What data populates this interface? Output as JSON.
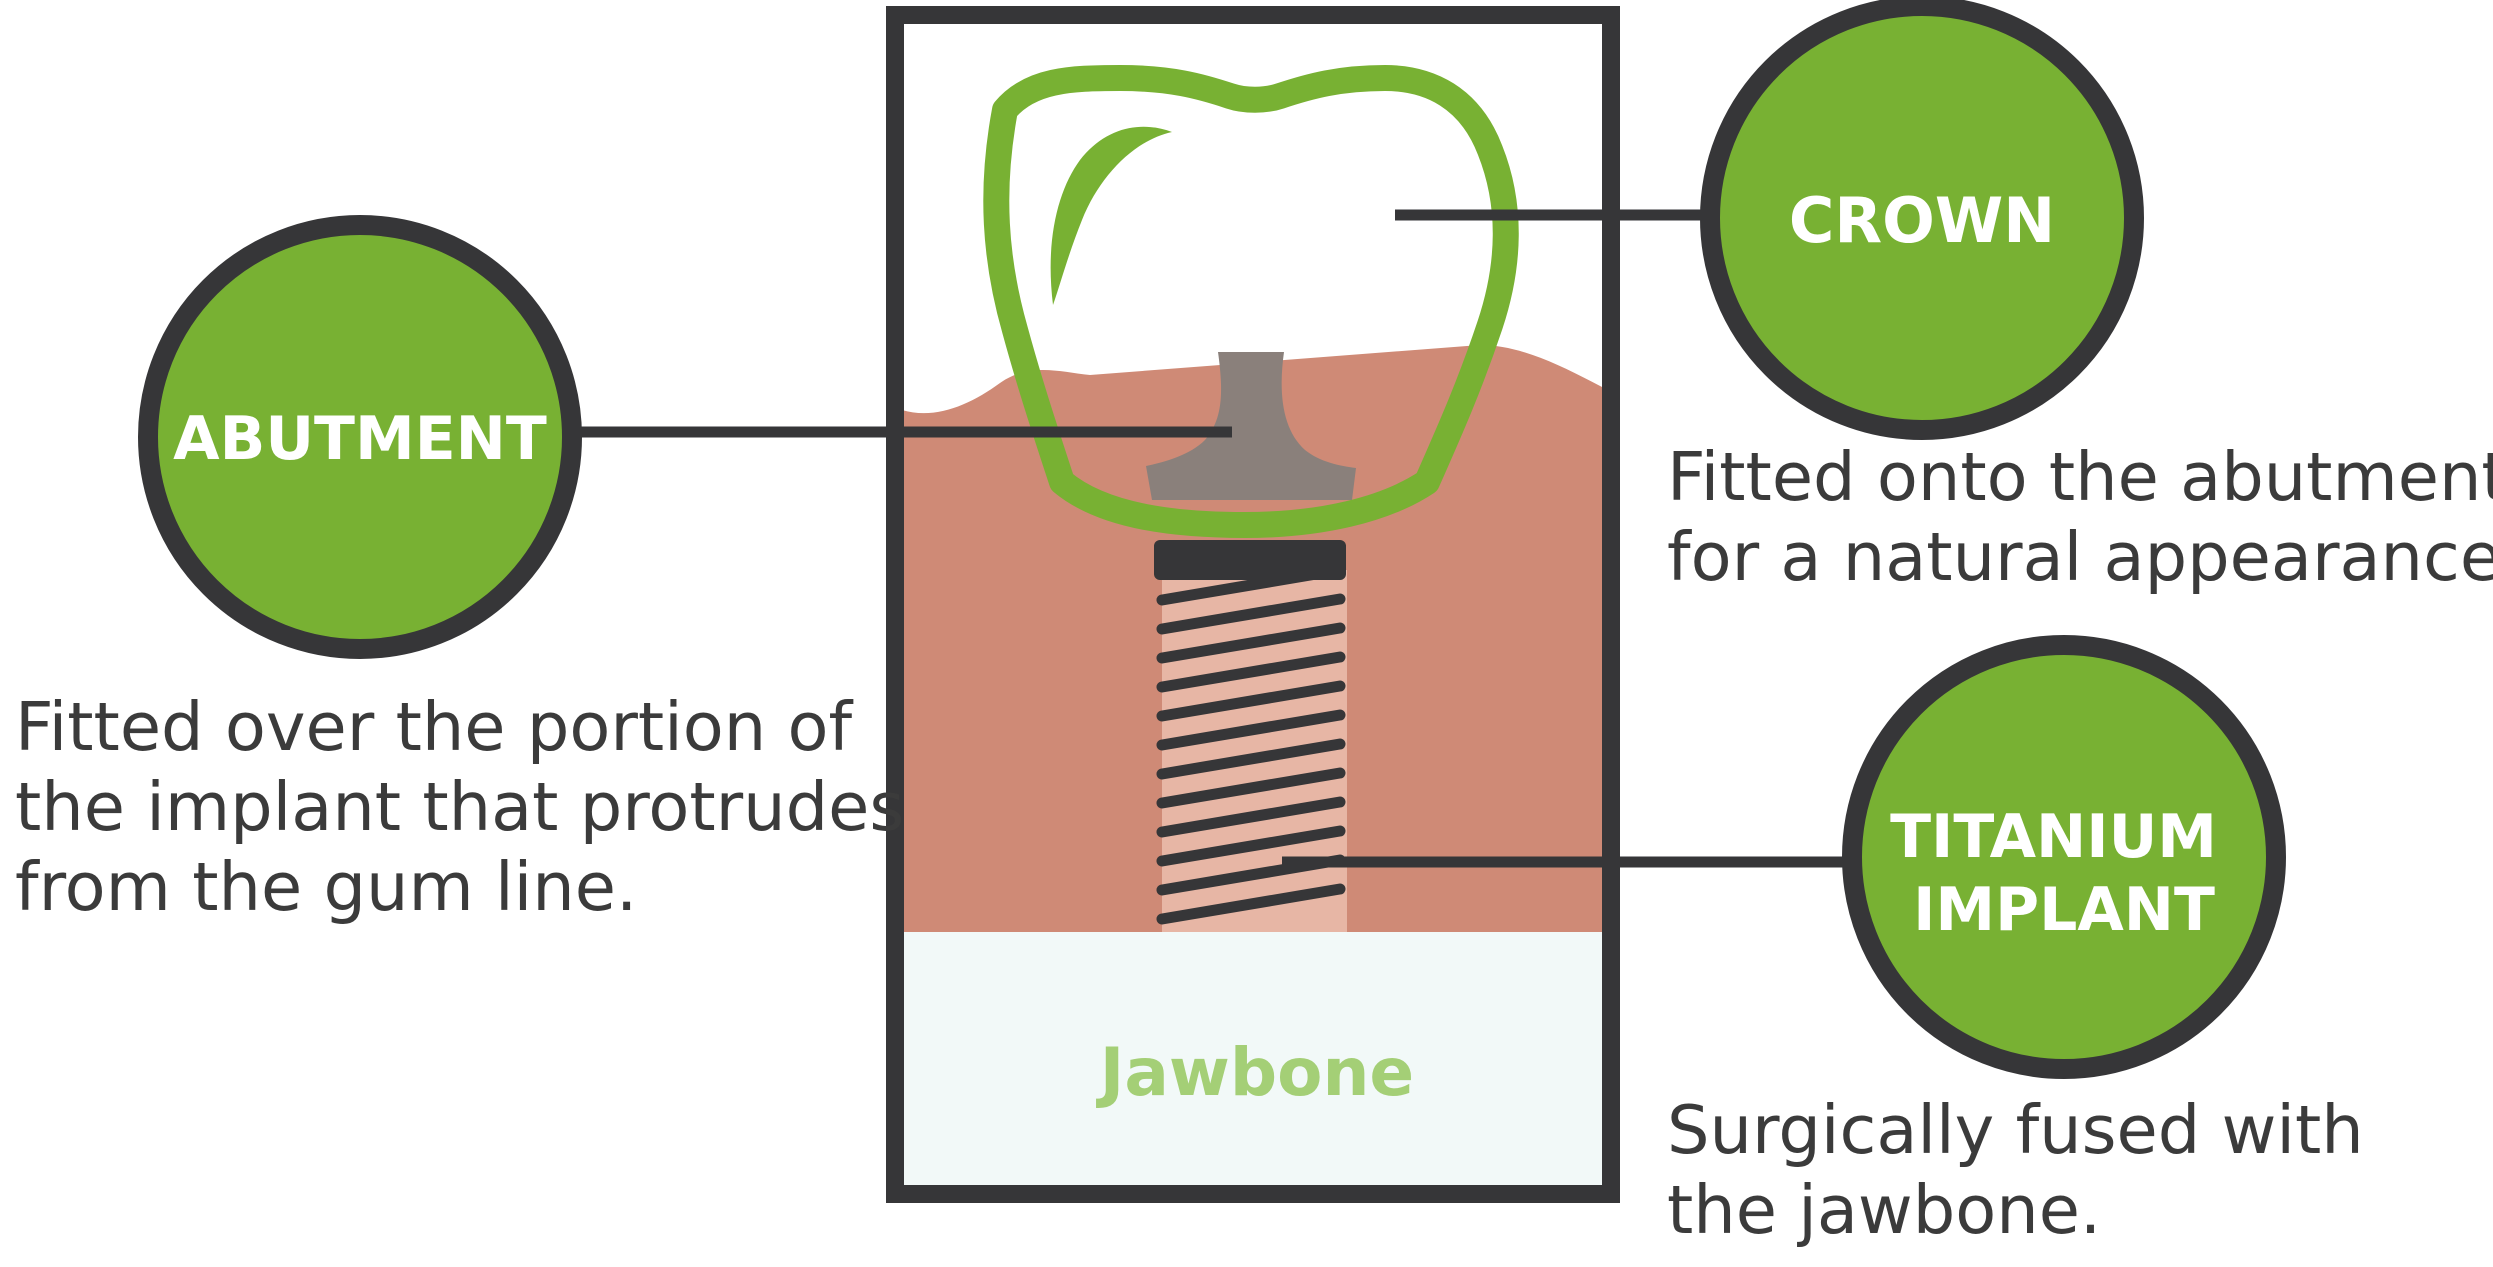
{
  "colors": {
    "accent_green": "#78b133",
    "frame_dark": "#363638",
    "gum": "#cf8a76",
    "jawbone": "#f2f9f8",
    "jawbone_text": "#a4cf76",
    "abutment": "#8a807b",
    "implant_body": "#e7b6a5",
    "text": "#3b3b3b"
  },
  "diagram": {
    "jawbone_label": "Jawbone",
    "callouts": {
      "crown": {
        "label": "CROWN",
        "description": [
          "Fitted onto the abutment",
          "for a natural appearance."
        ]
      },
      "abutment": {
        "label": "ABUTMENT",
        "description": [
          "Fitted over the portion of",
          "the implant that protrudes",
          "from the gum line."
        ]
      },
      "implant": {
        "label": [
          "TITANIUM",
          "IMPLANT"
        ],
        "description": [
          "Surgically fused with",
          "the jawbone."
        ]
      }
    }
  }
}
